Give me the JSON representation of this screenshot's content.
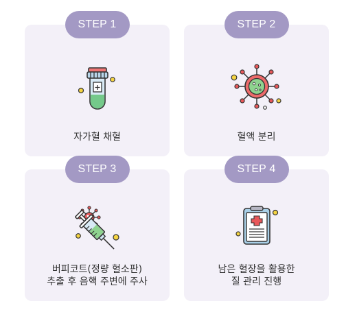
{
  "steps": [
    {
      "badge": "STEP 1",
      "lines": [
        "자가혈 채혈"
      ],
      "icon": "blood-tube-icon"
    },
    {
      "badge": "STEP 2",
      "lines": [
        "혈액 분리"
      ],
      "icon": "blood-cell-icon"
    },
    {
      "badge": "STEP 3",
      "lines": [
        "버피코트(정량 혈소판)",
        "추출 후 음핵 주변에 주사"
      ],
      "icon": "syringe-icon"
    },
    {
      "badge": "STEP 4",
      "lines": [
        "남은 혈장을 활용한",
        "질 관리 진행"
      ],
      "icon": "clipboard-icon"
    }
  ],
  "colors": {
    "badge": "#a399c4",
    "card": "#f3f0f8",
    "text": "#333333"
  }
}
